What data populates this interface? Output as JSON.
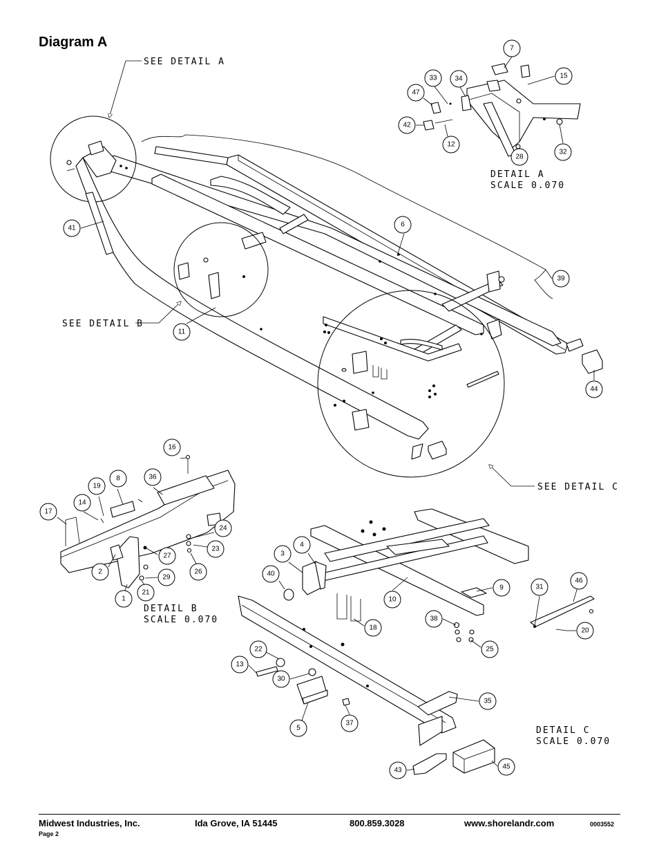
{
  "diagram": {
    "title": "Diagram A",
    "detail_labels": {
      "see_a": "SEE DETAIL A",
      "see_b": "SEE DETAIL B",
      "see_c": "SEE DETAIL C",
      "detail_a": "DETAIL A",
      "detail_b": "DETAIL B",
      "detail_c": "DETAIL C",
      "scale": "SCALE 0.070"
    },
    "callouts": [
      "7",
      "15",
      "33",
      "34",
      "47",
      "42",
      "12",
      "28",
      "32",
      "41",
      "6",
      "39",
      "11",
      "44",
      "16",
      "19",
      "8",
      "36",
      "14",
      "17",
      "24",
      "23",
      "27",
      "26",
      "2",
      "29",
      "21",
      "1",
      "3",
      "4",
      "40",
      "9",
      "10",
      "31",
      "46",
      "38",
      "18",
      "20",
      "25",
      "22",
      "13",
      "30",
      "35",
      "37",
      "5",
      "43",
      "45"
    ]
  },
  "footer": {
    "company": "Midwest Industries, Inc.",
    "page": "Page 2",
    "city": "Ida Grove, IA  51445",
    "phone": "800.859.3028",
    "website": "www.shorelandr.com",
    "doc_number": "0003552"
  }
}
